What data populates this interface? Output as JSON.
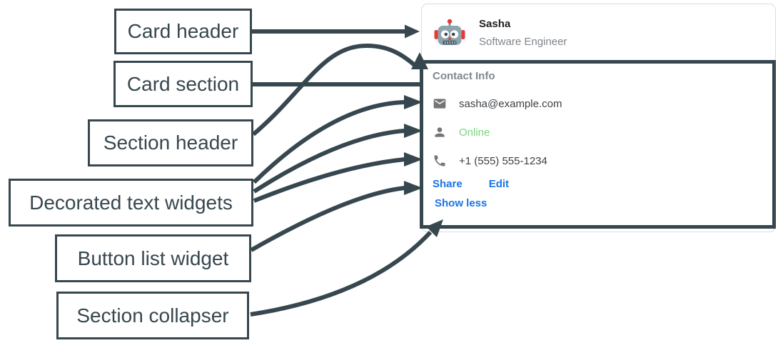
{
  "diagram": {
    "labels": [
      {
        "id": "card-header",
        "text": "Card header"
      },
      {
        "id": "card-section",
        "text": "Card section"
      },
      {
        "id": "section-header",
        "text": "Section header"
      },
      {
        "id": "decorated-text-widgets",
        "text": "Decorated text widgets"
      },
      {
        "id": "button-list-widget",
        "text": "Button list widget"
      },
      {
        "id": "section-collapser",
        "text": "Section collapser"
      }
    ],
    "colors": {
      "annotation": "#37474f",
      "card_border": "#dadce0",
      "link_blue": "#1a73e8",
      "online_green": "#7cd47c",
      "muted_gray": "#80868b",
      "body_text": "#3c4043"
    }
  },
  "card": {
    "header": {
      "avatar_icon": "robot-avatar",
      "name": "Sasha",
      "subtitle": "Software Engineer"
    },
    "section": {
      "title": "Contact Info",
      "rows": [
        {
          "icon": "email-icon",
          "text": "sasha@example.com"
        },
        {
          "icon": "person-icon",
          "text": "Online"
        },
        {
          "icon": "phone-icon",
          "text": "+1 (555) 555-1234"
        }
      ],
      "buttons": [
        {
          "label": "Share"
        },
        {
          "label": "Edit"
        }
      ],
      "collapser_label": "Show less"
    }
  }
}
